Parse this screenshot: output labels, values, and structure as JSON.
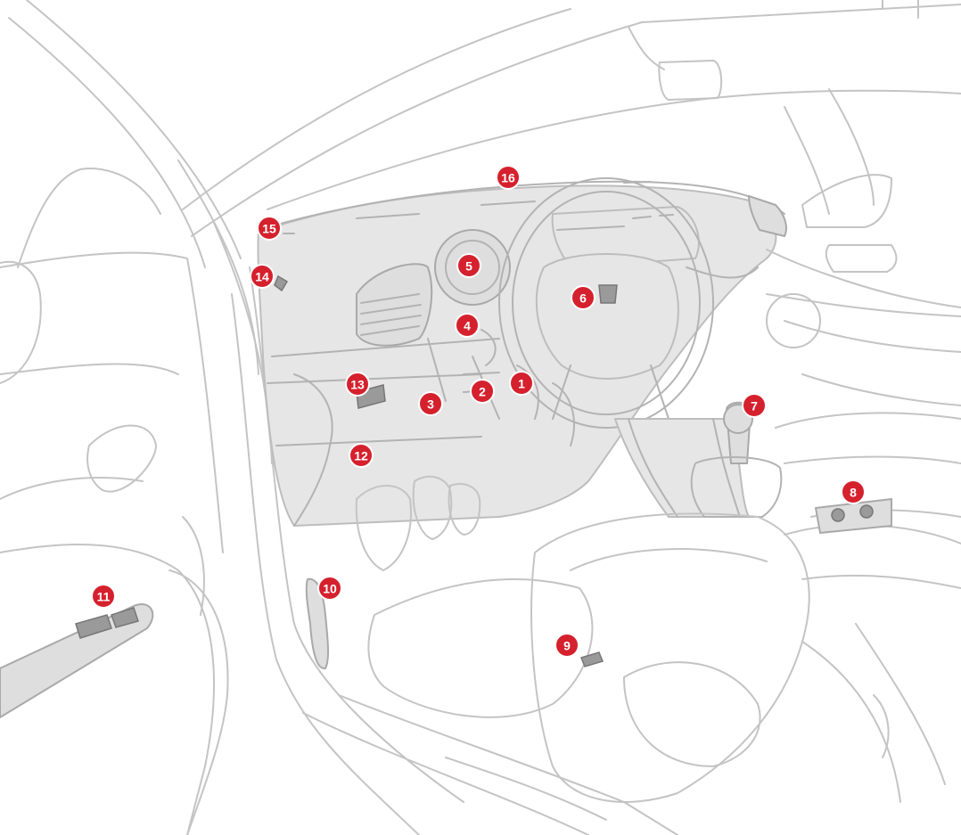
{
  "colors": {
    "callout_fill": "#d5212d",
    "callout_text": "#ffffff",
    "line": "#c4c4c4",
    "panel": "#e6e6e6"
  },
  "callouts": [
    {
      "id": "1",
      "label": "1"
    },
    {
      "id": "2",
      "label": "2"
    },
    {
      "id": "3",
      "label": "3"
    },
    {
      "id": "4",
      "label": "4"
    },
    {
      "id": "5",
      "label": "5"
    },
    {
      "id": "6",
      "label": "6"
    },
    {
      "id": "7",
      "label": "7"
    },
    {
      "id": "8",
      "label": "8"
    },
    {
      "id": "9",
      "label": "9"
    },
    {
      "id": "10",
      "label": "10"
    },
    {
      "id": "11",
      "label": "11"
    },
    {
      "id": "12",
      "label": "12"
    },
    {
      "id": "13",
      "label": "13"
    },
    {
      "id": "14",
      "label": "14"
    },
    {
      "id": "15",
      "label": "15"
    },
    {
      "id": "16",
      "label": "16"
    }
  ]
}
